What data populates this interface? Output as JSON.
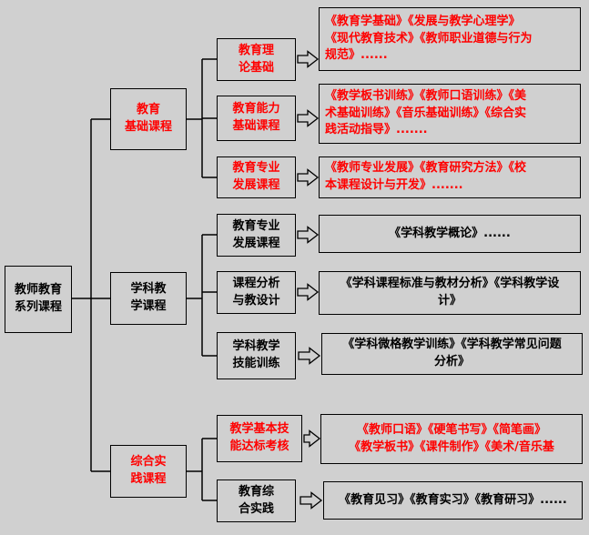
{
  "colors": {
    "background": "#d0d0d0",
    "red": "#ff0000",
    "black": "#000000",
    "line": "#000000"
  },
  "root": {
    "label": "教师教育\n系列课程"
  },
  "branches": [
    {
      "label": "教育\n基础课程",
      "children": [
        {
          "label": "教育理\n论基础",
          "detail": "《教育学基础》《发展与教学心理学》\n《现代教育技术》《教师职业道德与行为\n规范》......"
        },
        {
          "label": "教育能力\n基础课程",
          "detail": "《教学板书训练》《教师口语训练》《美\n术基础训练》《音乐基础训练》《综合实\n践活动指导》......."
        },
        {
          "label": "教育专业\n发展课程",
          "detail": "《教师专业发展》《教育研究方法》《校\n本课程设计与开发》......."
        }
      ]
    },
    {
      "label": "学科教\n学课程",
      "children": [
        {
          "label": "教育专业\n发展课程",
          "detail": "《学科教学概论》......"
        },
        {
          "label": "课程分析\n与教设计",
          "detail": "《学科课程标准与教材分析》《学科教学设\n计》"
        },
        {
          "label": "学科教学\n技能训练",
          "detail": "《学科微格教学训练》《学科教学常见问题\n分析》"
        }
      ]
    },
    {
      "label": "综合实\n践课程",
      "children": [
        {
          "label": "教学基本技\n能达标考核",
          "detail": "《教师口语》《硬笔书写》《简笔画》\n《教学板书》《课件制作》《美术/音乐基"
        },
        {
          "label": "教育综\n合实践",
          "detail": "《教育见习》《教育实习》《教育研习》......"
        }
      ]
    }
  ]
}
